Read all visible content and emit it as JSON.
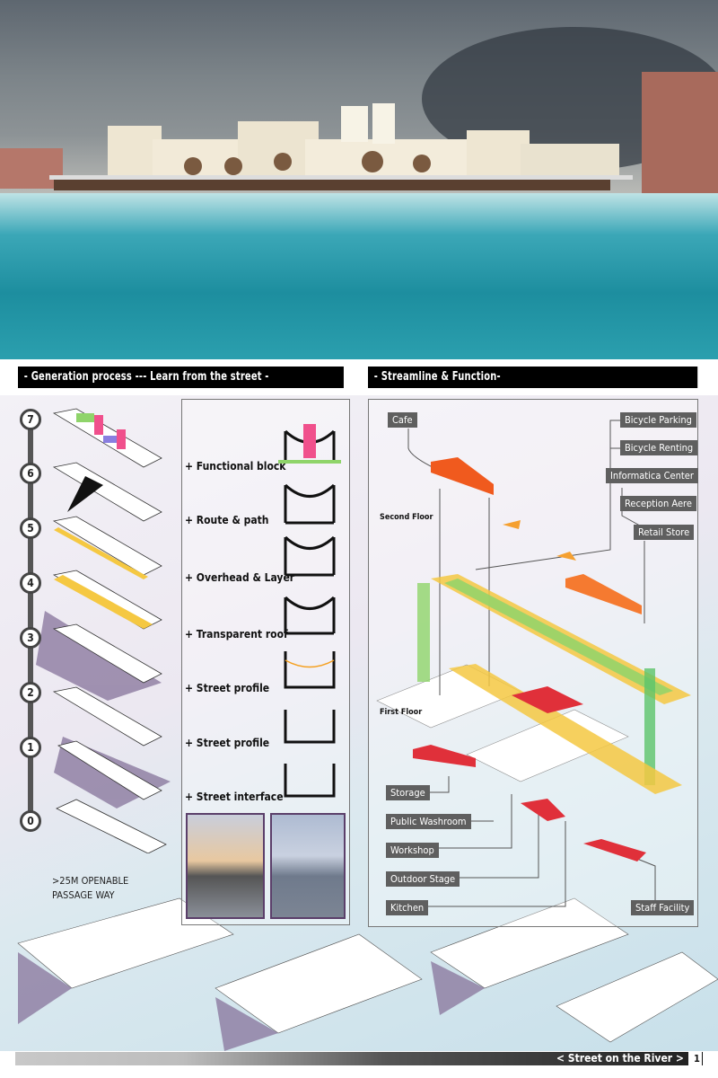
{
  "headers": {
    "left": "- Generation process --- Learn from the street -",
    "right": "- Streamline & Function-"
  },
  "steps": [
    "7",
    "6",
    "5",
    "4",
    "3",
    "2",
    "1",
    "0"
  ],
  "process_labels": [
    "+ Functional block",
    "+ Route & path",
    "+ Overhead & Layer",
    "+ Transparent roof",
    "+ Street profile",
    "+ Street profile",
    "+ Street interface"
  ],
  "passage": {
    "line1": ">25M OPENABLE",
    "line2": "PASSAGE WAY"
  },
  "floors": {
    "second": "Second Floor",
    "first": "First Floor"
  },
  "functions": {
    "cafe": "Cafe",
    "bicycle_parking": "Bicycle Parking",
    "bicycle_renting": "Bicycle Renting",
    "informatica": "Informatica Center",
    "reception": "Reception Aere",
    "retail": "Retail Store",
    "storage": "Storage",
    "washroom": "Public Washroom",
    "workshop": "Workshop",
    "stage": "Outdoor Stage",
    "kitchen": "Kitchen",
    "staff": "Staff Facility"
  },
  "footer": {
    "title": "< Street on the River >",
    "page": "1"
  },
  "colors": {
    "orange": "#f05a1e",
    "pink": "#f0508c",
    "yellow": "#f5c842",
    "green": "#8fd46a",
    "red": "#e0303a"
  }
}
